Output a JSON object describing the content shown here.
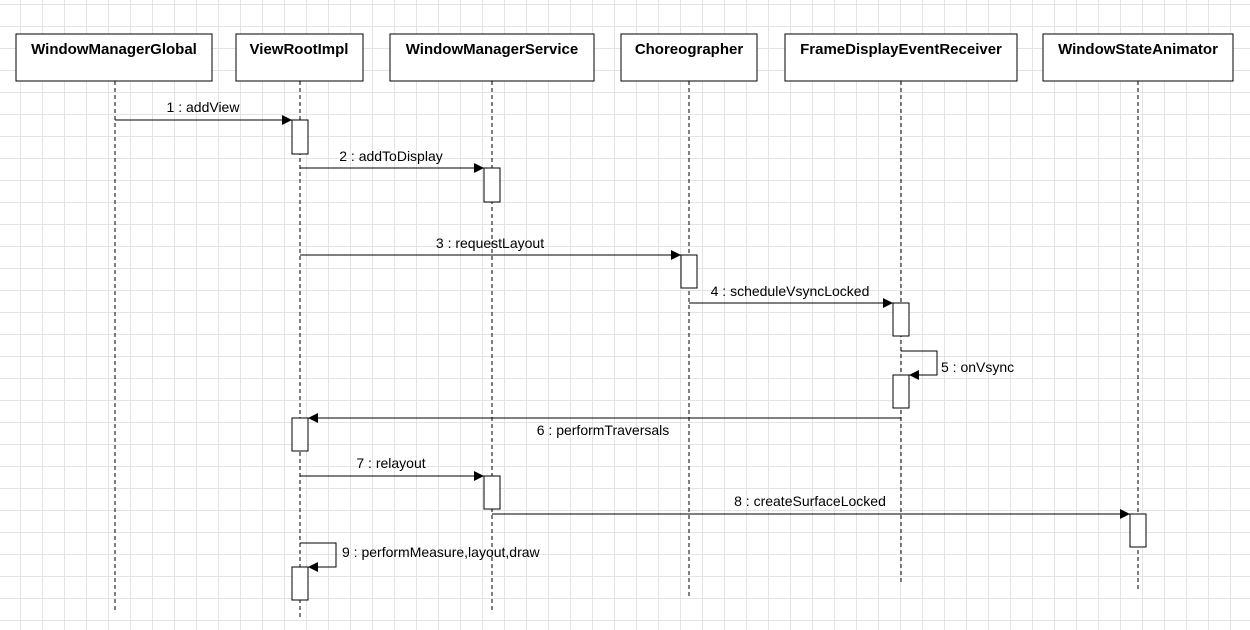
{
  "participants": [
    {
      "id": "wmg",
      "name": "WindowManagerGlobal"
    },
    {
      "id": "vri",
      "name": "ViewRootImpl"
    },
    {
      "id": "wms",
      "name": "WindowManagerService"
    },
    {
      "id": "cho",
      "name": "Choreographer"
    },
    {
      "id": "fde",
      "name": "FrameDisplayEventReceiver"
    },
    {
      "id": "wsa",
      "name": "WindowStateAnimator"
    }
  ],
  "messages": [
    {
      "label": "1 : addView",
      "from": "wmg",
      "to": "vri"
    },
    {
      "label": "2 : addToDisplay",
      "from": "vri",
      "to": "wms"
    },
    {
      "label": "3 : requestLayout",
      "from": "vri",
      "to": "cho"
    },
    {
      "label": "4 : scheduleVsyncLocked",
      "from": "cho",
      "to": "fde"
    },
    {
      "label": "5 : onVsync",
      "from": "fde",
      "to": "fde"
    },
    {
      "label": "6 : performTraversals",
      "from": "fde",
      "to": "vri"
    },
    {
      "label": "7 : relayout",
      "from": "vri",
      "to": "wms"
    },
    {
      "label": "8 : createSurfaceLocked",
      "from": "wms",
      "to": "wsa"
    },
    {
      "label": "9 : performMeasure,layout,draw",
      "from": "vri",
      "to": "vri"
    }
  ]
}
